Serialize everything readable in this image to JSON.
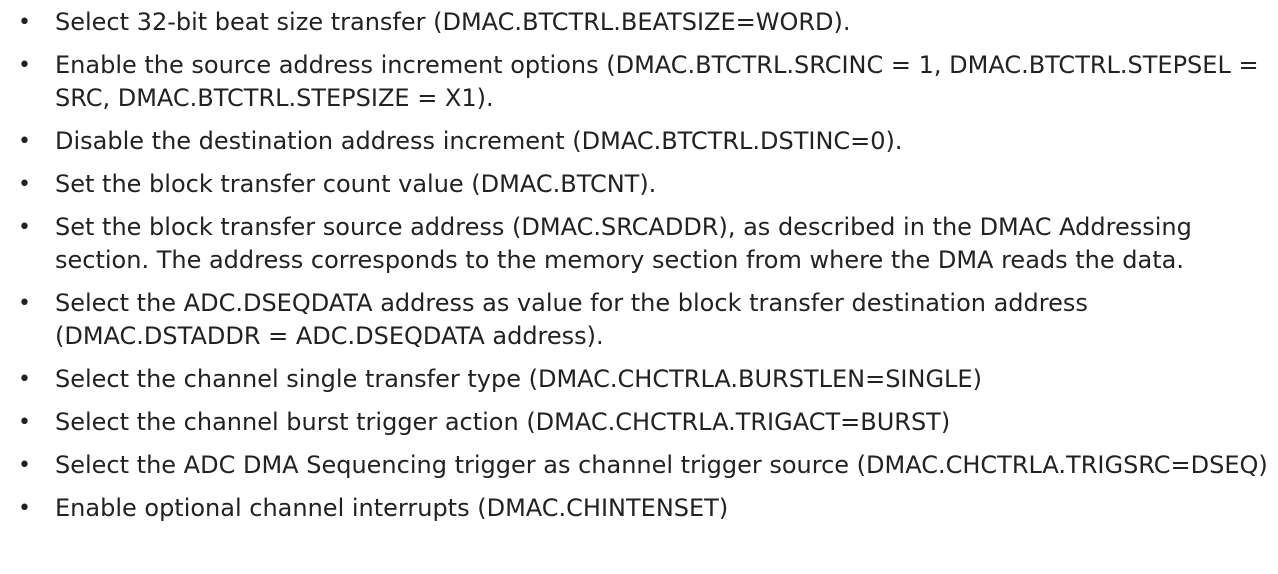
{
  "bullet_glyph": "•",
  "steps": [
    "Select 32-bit beat size transfer (DMAC.BTCTRL.BEATSIZE=WORD).",
    "Enable the source address increment options (DMAC.BTCTRL.SRCINC = 1, DMAC.BTCTRL.STEPSEL = SRC, DMAC.BTCTRL.STEPSIZE = X1).",
    "Disable the destination address increment (DMAC.BTCTRL.DSTINC=0).",
    "Set the block transfer count value (DMAC.BTCNT).",
    "Set the block transfer source address (DMAC.SRCADDR), as described in the DMAC Addressing section. The address corresponds to the memory section from where the DMA reads the data.",
    "Select the ADC.DSEQDATA address as value for the block transfer destination address (DMAC.DSTADDR = ADC.DSEQDATA address).",
    "Select the channel single transfer type (DMAC.CHCTRLA.BURSTLEN=SINGLE)",
    "Select the channel burst trigger action (DMAC.CHCTRLA.TRIGACT=BURST)",
    "Select the ADC DMA Sequencing trigger as channel trigger source (DMAC.CHCTRLA.TRIGSRC=DSEQ)",
    "Enable optional channel interrupts (DMAC.CHINTENSET)"
  ]
}
